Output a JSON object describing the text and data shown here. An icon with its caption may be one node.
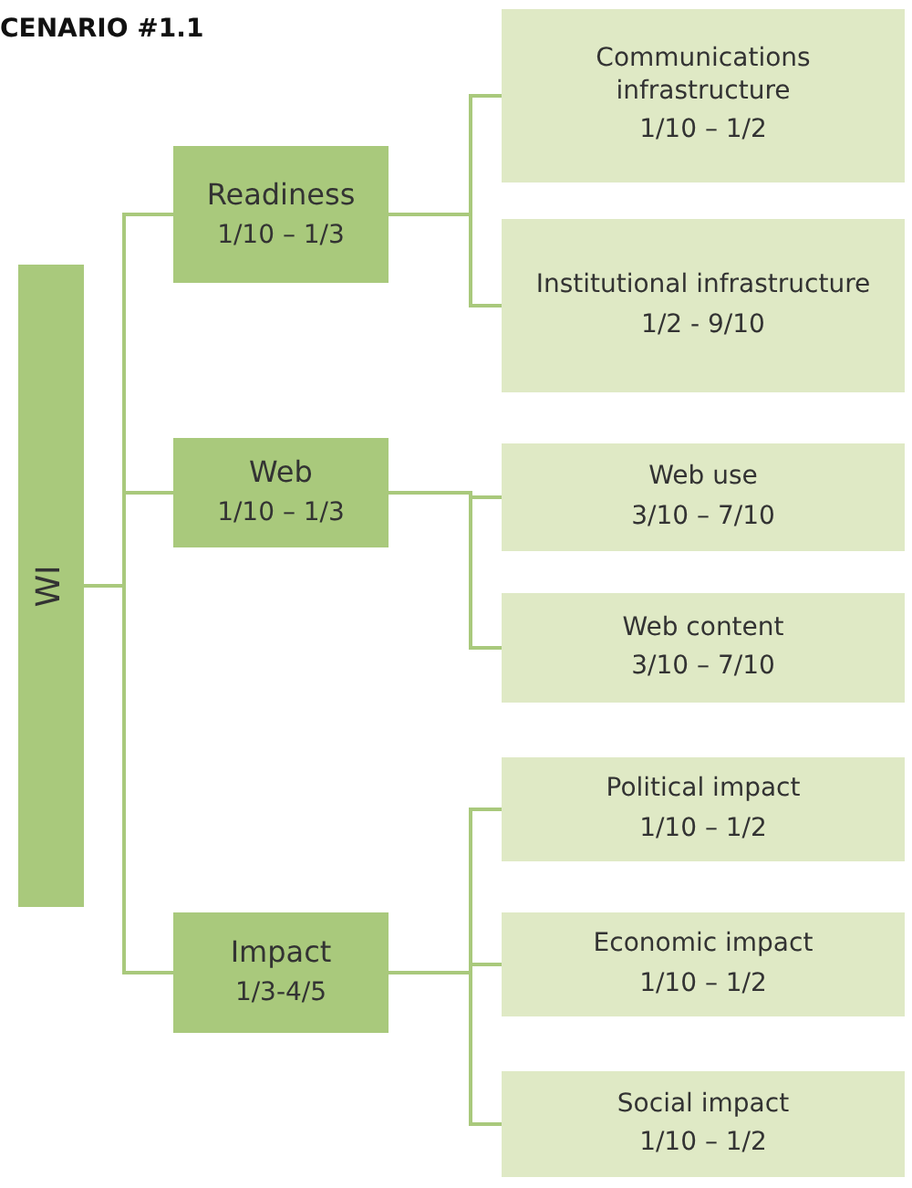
{
  "diagram": {
    "title": "CENARIO #1.1",
    "nodes": [
      {
        "text": [
          "WI"
        ]
      },
      {
        "text": [
          "Readiness",
          "1/10 – 1/3"
        ]
      },
      {
        "text": [
          "Communications infrastructure",
          "1/10 – 1/2"
        ]
      },
      {
        "text": [
          "Institutional infrastructure",
          "1/2 - 9/10"
        ]
      },
      {
        "text": [
          "Web",
          "1/10 – 1/3"
        ]
      },
      {
        "text": [
          "Web use",
          "3/10 – 7/10"
        ]
      },
      {
        "text": [
          "Web content",
          "3/10 – 7/10"
        ]
      },
      {
        "text": [
          "Impact",
          "1/3-4/5"
        ]
      },
      {
        "text": [
          "Political impact",
          "1/10 – 1/2"
        ]
      },
      {
        "text": [
          "Economic impact",
          "1/10 – 1/2"
        ]
      },
      {
        "text": [
          "Social impact",
          "1/10 – 1/2"
        ]
      }
    ],
    "edges": [
      {
        "from": 0,
        "to": 1,
        "arrow": "none"
      },
      {
        "from": 0,
        "to": 4,
        "arrow": "none"
      },
      {
        "from": 0,
        "to": 7,
        "arrow": "none"
      },
      {
        "from": 1,
        "to": 2,
        "arrow": "none"
      },
      {
        "from": 1,
        "to": 3,
        "arrow": "none"
      },
      {
        "from": 4,
        "to": 5,
        "arrow": "none"
      },
      {
        "from": 4,
        "to": 6,
        "arrow": "none"
      },
      {
        "from": 7,
        "to": 8,
        "arrow": "none"
      },
      {
        "from": 7,
        "to": 9,
        "arrow": "none"
      },
      {
        "from": 7,
        "to": 10,
        "arrow": "none"
      }
    ]
  }
}
